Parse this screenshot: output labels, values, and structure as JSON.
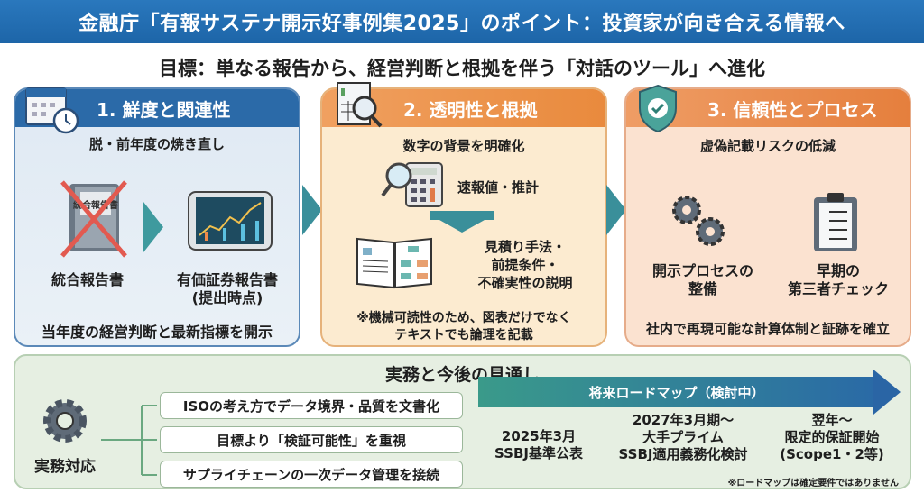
{
  "header": {
    "title": "金融庁「有報サステナ開示好事例集2025」のポイント：投資家が向き合える情報へ"
  },
  "goal": "目標：単なる報告から、経営判断と根拠を伴う「対話のツール」へ進化",
  "panels": [
    {
      "title": "1. 鮮度と関連性",
      "subtitle": "脱・前年度の焼き直し",
      "book_label": "統合報告書",
      "book_cover": "統合報告書",
      "tablet_label": "有価証券報告書",
      "tablet_sub": "(提出時点)",
      "footer": "当年度の経営判断と最新指標を開示"
    },
    {
      "title": "2. 透明性と根拠",
      "subtitle": "数字の背景を明確化",
      "item1": "速報値・推計",
      "item2": [
        "見積り手法・",
        "前提条件・",
        "不確実性の説明"
      ],
      "note": [
        "※機械可読性のため、図表だけでなく",
        "テキストでも論理を記載"
      ]
    },
    {
      "title": "3. 信頼性とプロセス",
      "subtitle": "虚偽記載リスクの低減",
      "item1": [
        "開示プロセスの",
        "整備"
      ],
      "item2": [
        "早期の",
        "第三者チェック"
      ],
      "footer": "社内で再現可能な計算体制と証跡を確立"
    }
  ],
  "bottom": {
    "title": "実務と今後の見通し",
    "practice_label": "実務対応",
    "practice_items": [
      "ISOの考え方でデータ境界・品質を文書化",
      "目標より「検証可能性」を重視",
      "サプライチェーンの一次データ管理を接続"
    ],
    "roadmap_label": "将来ロードマップ（検討中）",
    "milestones": [
      [
        "2025年3月",
        "SSBJ基準公表"
      ],
      [
        "2027年3月期～",
        "大手プライム",
        "SSBJ適用義務化検討"
      ],
      [
        "翌年～",
        "限定的保証開始",
        "(Scope1・2等)"
      ]
    ],
    "footnote": "※ロードマップは確定要件ではありません"
  }
}
